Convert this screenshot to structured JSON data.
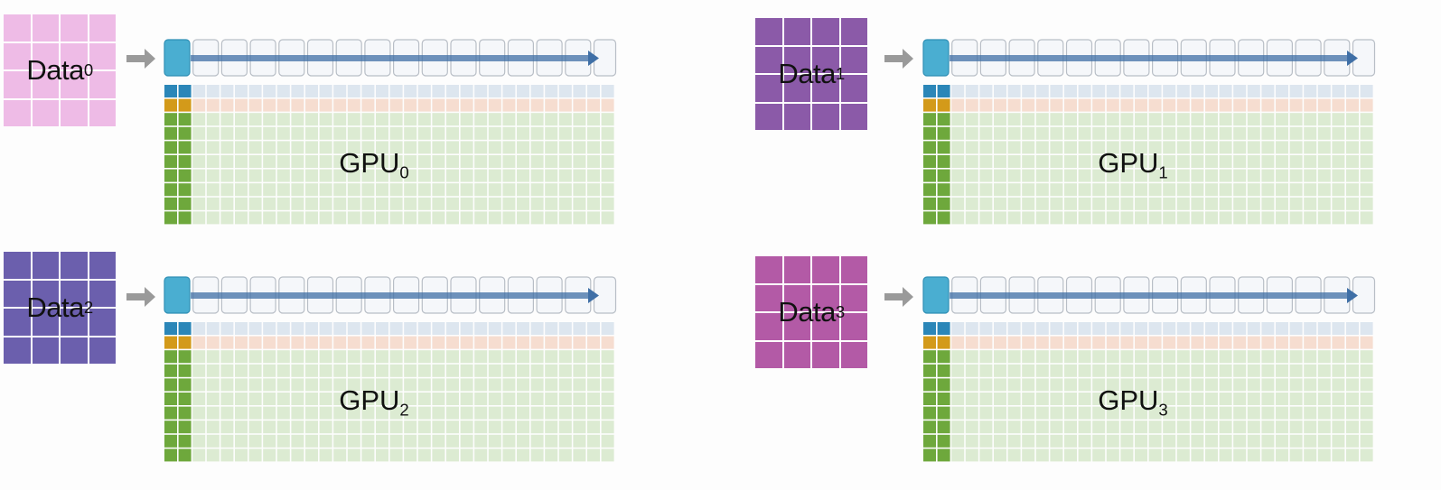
{
  "diagram": {
    "data_blocks": [
      {
        "name": "Data",
        "subscript": "0",
        "color": "#eebbe6"
      },
      {
        "name": "Data",
        "subscript": "1",
        "color": "#8b5aa8"
      },
      {
        "name": "Data",
        "subscript": "2",
        "color": "#6b5fad"
      },
      {
        "name": "Data",
        "subscript": "3",
        "color": "#b35aa6"
      }
    ],
    "gpus": [
      {
        "name": "GPU",
        "subscript": "0"
      },
      {
        "name": "GPU",
        "subscript": "1"
      },
      {
        "name": "GPU",
        "subscript": "2"
      },
      {
        "name": "GPU",
        "subscript": "3"
      }
    ],
    "colors": {
      "active_block": "#4aaed1",
      "pipeline_block": "#f5f7fa",
      "pipeline_border": "#b8bec6",
      "pipeline_arrow": "#3f6fa6",
      "row_blue_dark": "#2b86b8",
      "row_blue_light": "#dde6ef",
      "row_orange_dark": "#d39a1a",
      "row_orange_light": "#f6ddd0",
      "col_green_dark": "#6ea83c",
      "cell_green_light": "#dcebd2",
      "feed_arrow": "#9a9a9a"
    }
  }
}
